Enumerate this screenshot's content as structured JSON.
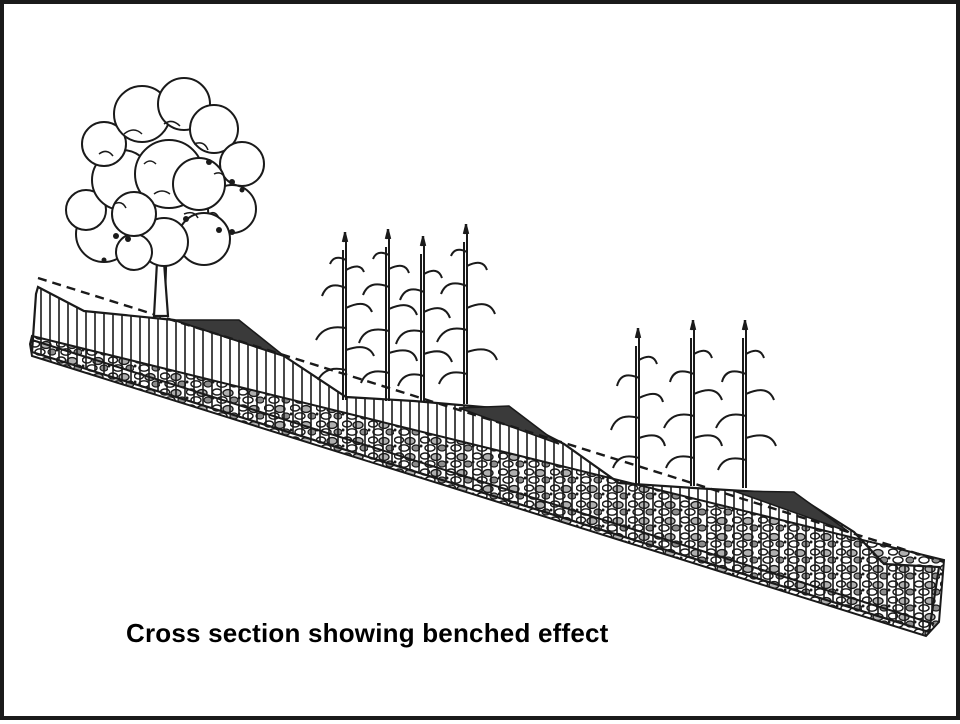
{
  "caption": "Cross section showing benched effect",
  "colors": {
    "ink": "#1a1a1a",
    "background": "#ffffff",
    "bank_fill": "#3a3a3a"
  },
  "illustration": {
    "elements": [
      "tree",
      "corn-stalks-upper-bench",
      "corn-stalks-lower-bench",
      "original-slope-line",
      "soil-profile-hatched",
      "gravel-substrate",
      "terrace-banks"
    ]
  }
}
